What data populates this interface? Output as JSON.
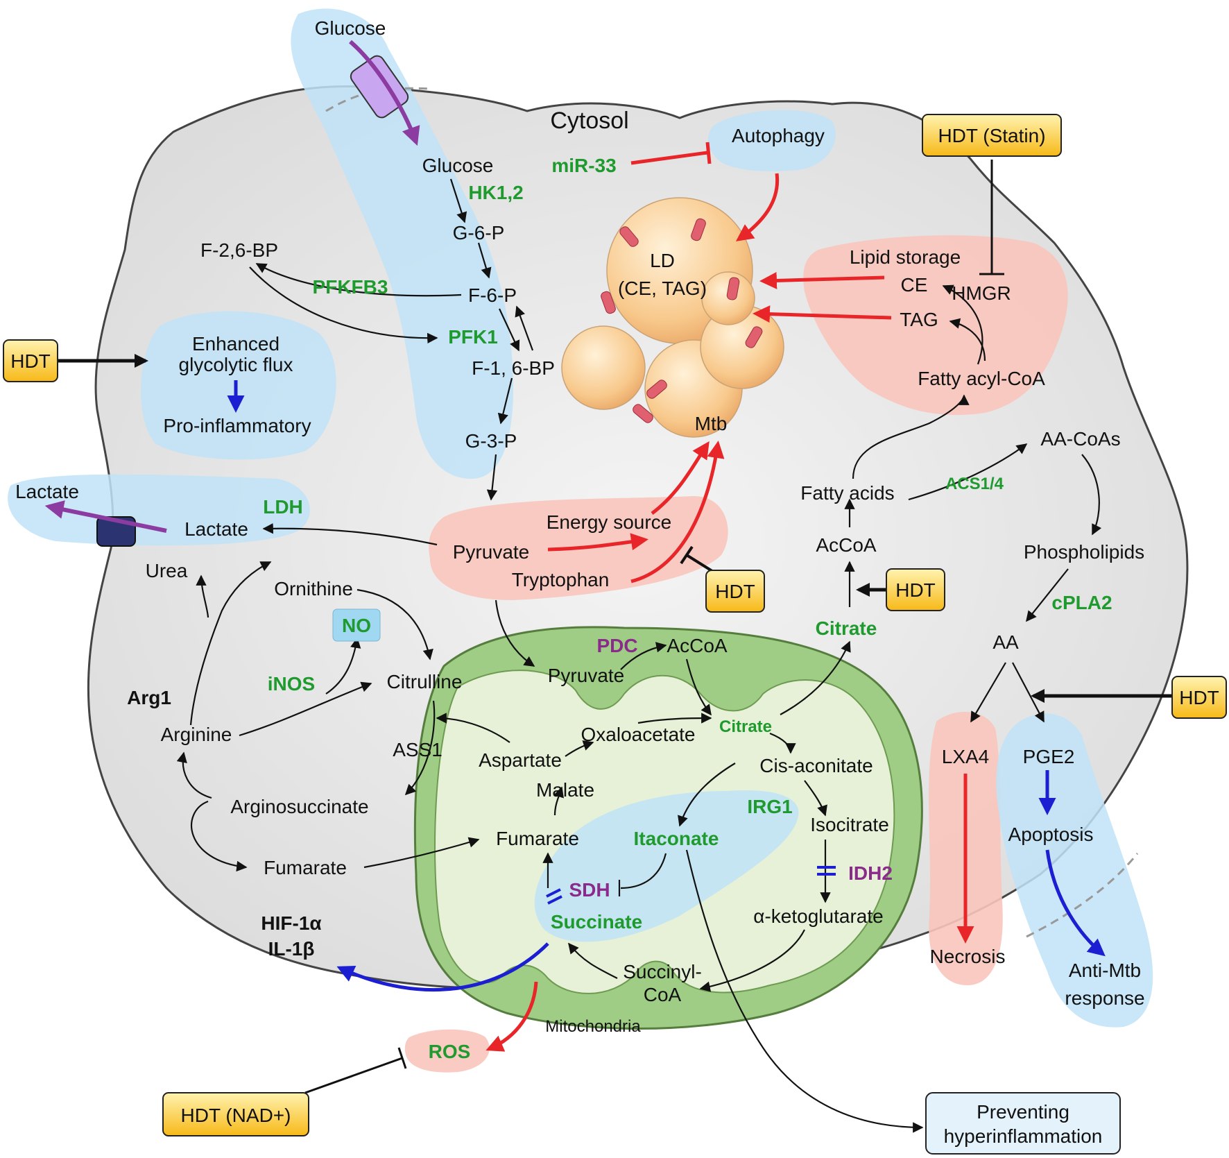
{
  "title": "Cytosol",
  "compartments": {
    "mitochondria": "Mitochondria"
  },
  "glycolysis": {
    "glucose_outside": "Glucose",
    "glucose_inside": "Glucose",
    "hk": "HK1,2",
    "g6p": "G-6-P",
    "f6p": "F-6-P",
    "f26bp": "F-2,6-BP",
    "pfkfb3": "PFKFB3",
    "pfk1": "PFK1",
    "f16bp": "F-1, 6-BP",
    "g3p": "G-3-P"
  },
  "glycolytic_box": {
    "line1": "Enhanced",
    "line2": "glycolytic flux",
    "line3": "Pro-inflammatory"
  },
  "lactate": {
    "outside": "Lactate",
    "inside": "Lactate",
    "ldh": "LDH"
  },
  "pyruvate_box": {
    "pyruvate": "Pyruvate",
    "energy": "Energy source",
    "tryptophan": "Tryptophan"
  },
  "autophagy": {
    "mir33": "miR-33",
    "autophagy": "Autophagy"
  },
  "ld": {
    "line1": "LD",
    "line2": "(CE, TAG)",
    "mtb": "Mtb"
  },
  "lipid_box": {
    "storage": "Lipid storage",
    "ce": "CE",
    "hmgr": "HMGR",
    "tag": "TAG",
    "fatty_acyl": "Fatty acyl-CoA"
  },
  "fatty": {
    "fatty_acids": "Fatty acids",
    "acs": "ACS1/4",
    "aa_coas": "AA-CoAs",
    "accoa": "AcCoA",
    "citrate": "Citrate",
    "phospholipids": "Phospholipids",
    "cpla2": "cPLA2",
    "aa": "AA",
    "lxa4": "LXA4",
    "necrosis": "Necrosis",
    "pge2": "PGE2",
    "apoptosis": "Apoptosis",
    "anti1": "Anti-Mtb",
    "anti2": "response"
  },
  "urea_cycle": {
    "urea": "Urea",
    "ornithine": "Ornithine",
    "no": "NO",
    "arg1": "Arg1",
    "inos": "iNOS",
    "citrulline": "Citrulline",
    "arginine": "Arginine",
    "ass1": "ASS1",
    "arginosuccinate": "Arginosuccinate",
    "fumarate": "Fumarate"
  },
  "tca": {
    "pdc": "PDC",
    "accoa": "AcCoA",
    "pyruvate": "Pyruvate",
    "oxaloacetate": "Oxaloacetate",
    "citrate": "Citrate",
    "aspartate": "Aspartate",
    "cis_aconitate": "Cis-aconitate",
    "malate": "Malate",
    "irg1": "IRG1",
    "itaconate": "Itaconate",
    "isocitrate": "Isocitrate",
    "fumarate": "Fumarate",
    "idh2": "IDH2",
    "sdh": "SDH",
    "succinate": "Succinate",
    "akg": "α-ketoglutarate",
    "succinyl1": "Succinyl-",
    "succinyl2": "CoA"
  },
  "outputs": {
    "hif": "HIF-1α",
    "il1b": "IL-1β",
    "ros": "ROS",
    "prevent1": "Preventing",
    "prevent2": "hyperinflammation"
  },
  "hdt": {
    "statin": "HDT (Statin)",
    "left": "HDT",
    "tryptophan": "HDT",
    "citrate": "HDT",
    "aa": "HDT",
    "nad": "HDT (NAD+)"
  },
  "colors": {
    "enzyme_green": "#1f9a2e",
    "enzyme_purple": "#8a2b8c",
    "arrow_red": "#e8262a",
    "arrow_blue": "#1b1fd1",
    "hdt_fill": "#fbc531",
    "mito_green": "#9fcd86"
  }
}
